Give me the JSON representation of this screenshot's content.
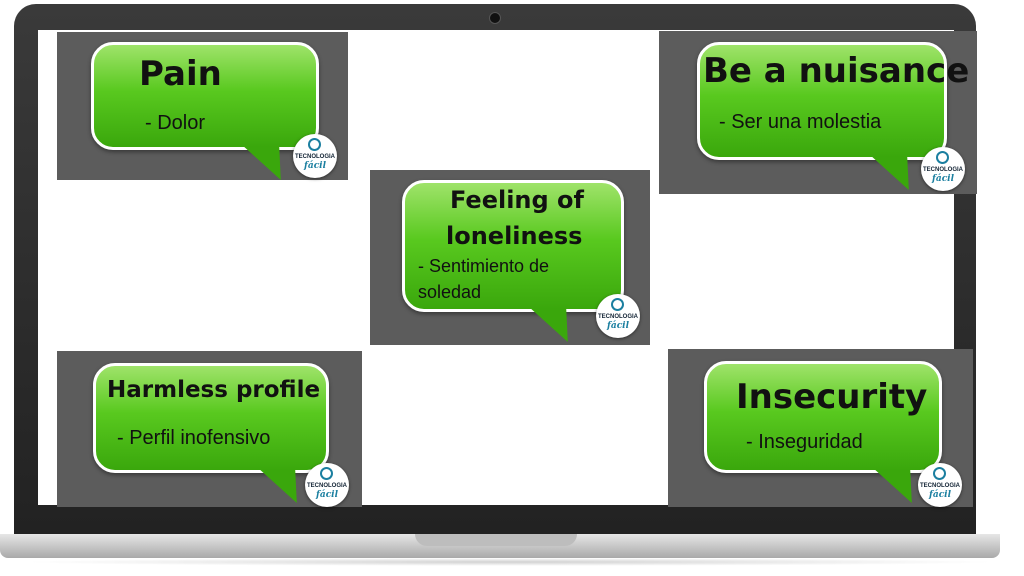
{
  "cards": [
    {
      "id": "pain",
      "title": "Pain",
      "subtitle": "- Dolor"
    },
    {
      "id": "nuisance",
      "title": "Be a nuisance",
      "subtitle": "- Ser una molestia"
    },
    {
      "id": "loneliness",
      "title_line1": "Feeling of",
      "title_line2": "loneliness",
      "subtitle_line1": "- Sentimiento de",
      "subtitle_line2": "soledad"
    },
    {
      "id": "harmless",
      "title": "Harmless profile",
      "subtitle": "- Perfil inofensivo"
    },
    {
      "id": "insecurity",
      "title": "Insecurity",
      "subtitle": "- Inseguridad"
    }
  ],
  "logo": {
    "line1": "TECNOLOGIA",
    "line2": "fácil"
  },
  "colors": {
    "card_bg": "#5c5c5c",
    "bubble_green": "#59c91f",
    "laptop_frame": "#2b2b2b"
  }
}
